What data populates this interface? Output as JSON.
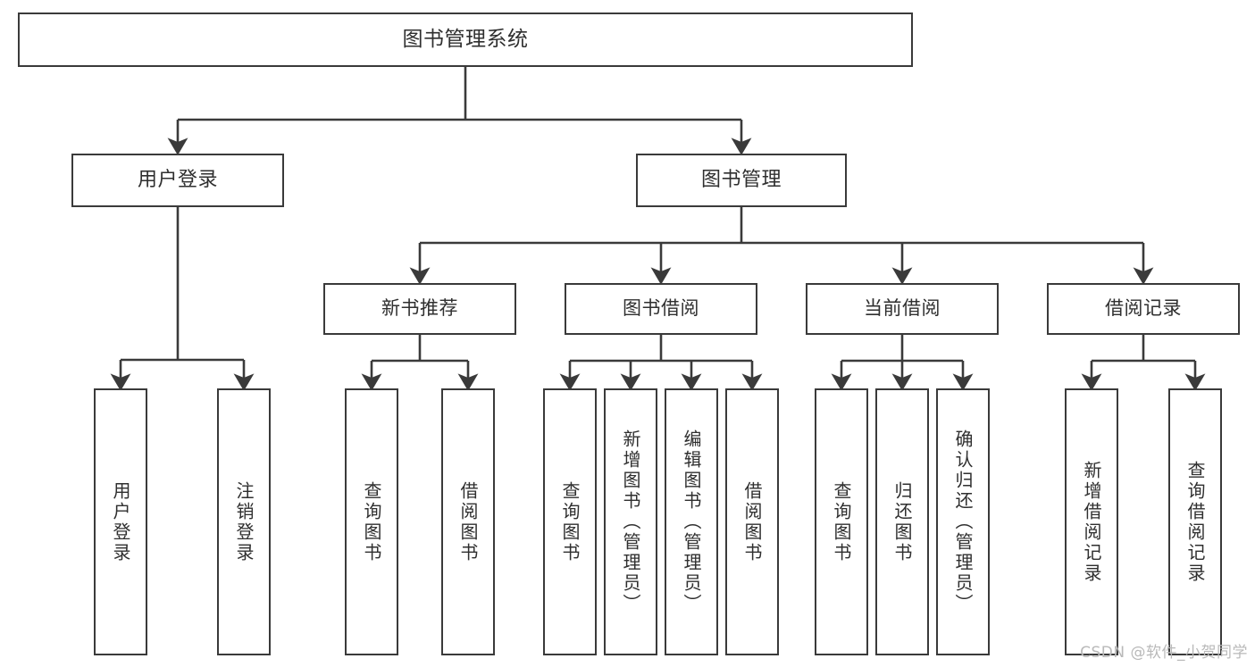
{
  "diagram": {
    "type": "tree-hierarchy",
    "title": "图书管理系统",
    "root": {
      "label": "图书管理系统"
    },
    "level2": [
      {
        "label": "用户登录"
      },
      {
        "label": "图书管理"
      }
    ],
    "level3": [
      {
        "label": "新书推荐"
      },
      {
        "label": "图书借阅"
      },
      {
        "label": "当前借阅"
      },
      {
        "label": "借阅记录"
      }
    ],
    "leaves": {
      "user_login": [
        {
          "label": "用户登录"
        },
        {
          "label": "注销登录"
        }
      ],
      "new_book_recommend": [
        {
          "label": "查询图书"
        },
        {
          "label": "借阅图书"
        }
      ],
      "book_borrow": [
        {
          "label": "查询图书"
        },
        {
          "label": "新增图书（管理员）"
        },
        {
          "label": "编辑图书（管理员）"
        },
        {
          "label": "借阅图书"
        }
      ],
      "current_borrow": [
        {
          "label": "查询图书"
        },
        {
          "label": "归还图书"
        },
        {
          "label": "确认归还（管理员）"
        }
      ],
      "borrow_record": [
        {
          "label": "新增借阅记录"
        },
        {
          "label": "查询借阅记录"
        }
      ]
    }
  },
  "watermark": {
    "text": "CSDN @软件_小贺同学"
  },
  "colors": {
    "box_border": "#3a3a3a",
    "text": "#2f2f2f",
    "line": "#3a3a3a",
    "background": "#ffffff",
    "watermark": "#b9b9b9"
  }
}
